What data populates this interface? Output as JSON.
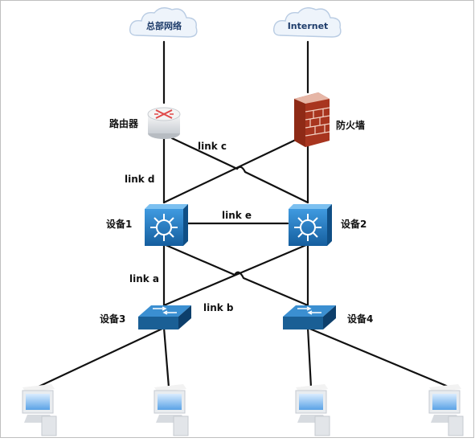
{
  "colors": {
    "wire": "#111111",
    "l3_switch": "#1f7bc4",
    "l2_switch": "#1a5f95",
    "firewall_brick": "#c2432a",
    "cloud": "#eef4fb",
    "cloud_stroke": "#b9cce3"
  },
  "nodes": {
    "hq_network": {
      "label": "总部网络",
      "icon": "cloud-icon"
    },
    "internet": {
      "label": "Internet",
      "icon": "cloud-icon"
    },
    "router": {
      "label": "路由器",
      "icon": "router-icon"
    },
    "firewall": {
      "label": "防火墙",
      "icon": "firewall-icon"
    },
    "device1": {
      "label": "设备1",
      "icon": "l3-switch-icon"
    },
    "device2": {
      "label": "设备2",
      "icon": "l3-switch-icon"
    },
    "device3": {
      "label": "设备3",
      "icon": "switch-icon"
    },
    "device4": {
      "label": "设备4",
      "icon": "switch-icon"
    },
    "pcs": [
      {
        "icon": "pc-icon"
      },
      {
        "icon": "pc-icon"
      },
      {
        "icon": "pc-icon"
      },
      {
        "icon": "pc-icon"
      }
    ]
  },
  "links": {
    "a": "link a",
    "b": "link b",
    "c": "link c",
    "d": "link d",
    "e": "link e"
  }
}
